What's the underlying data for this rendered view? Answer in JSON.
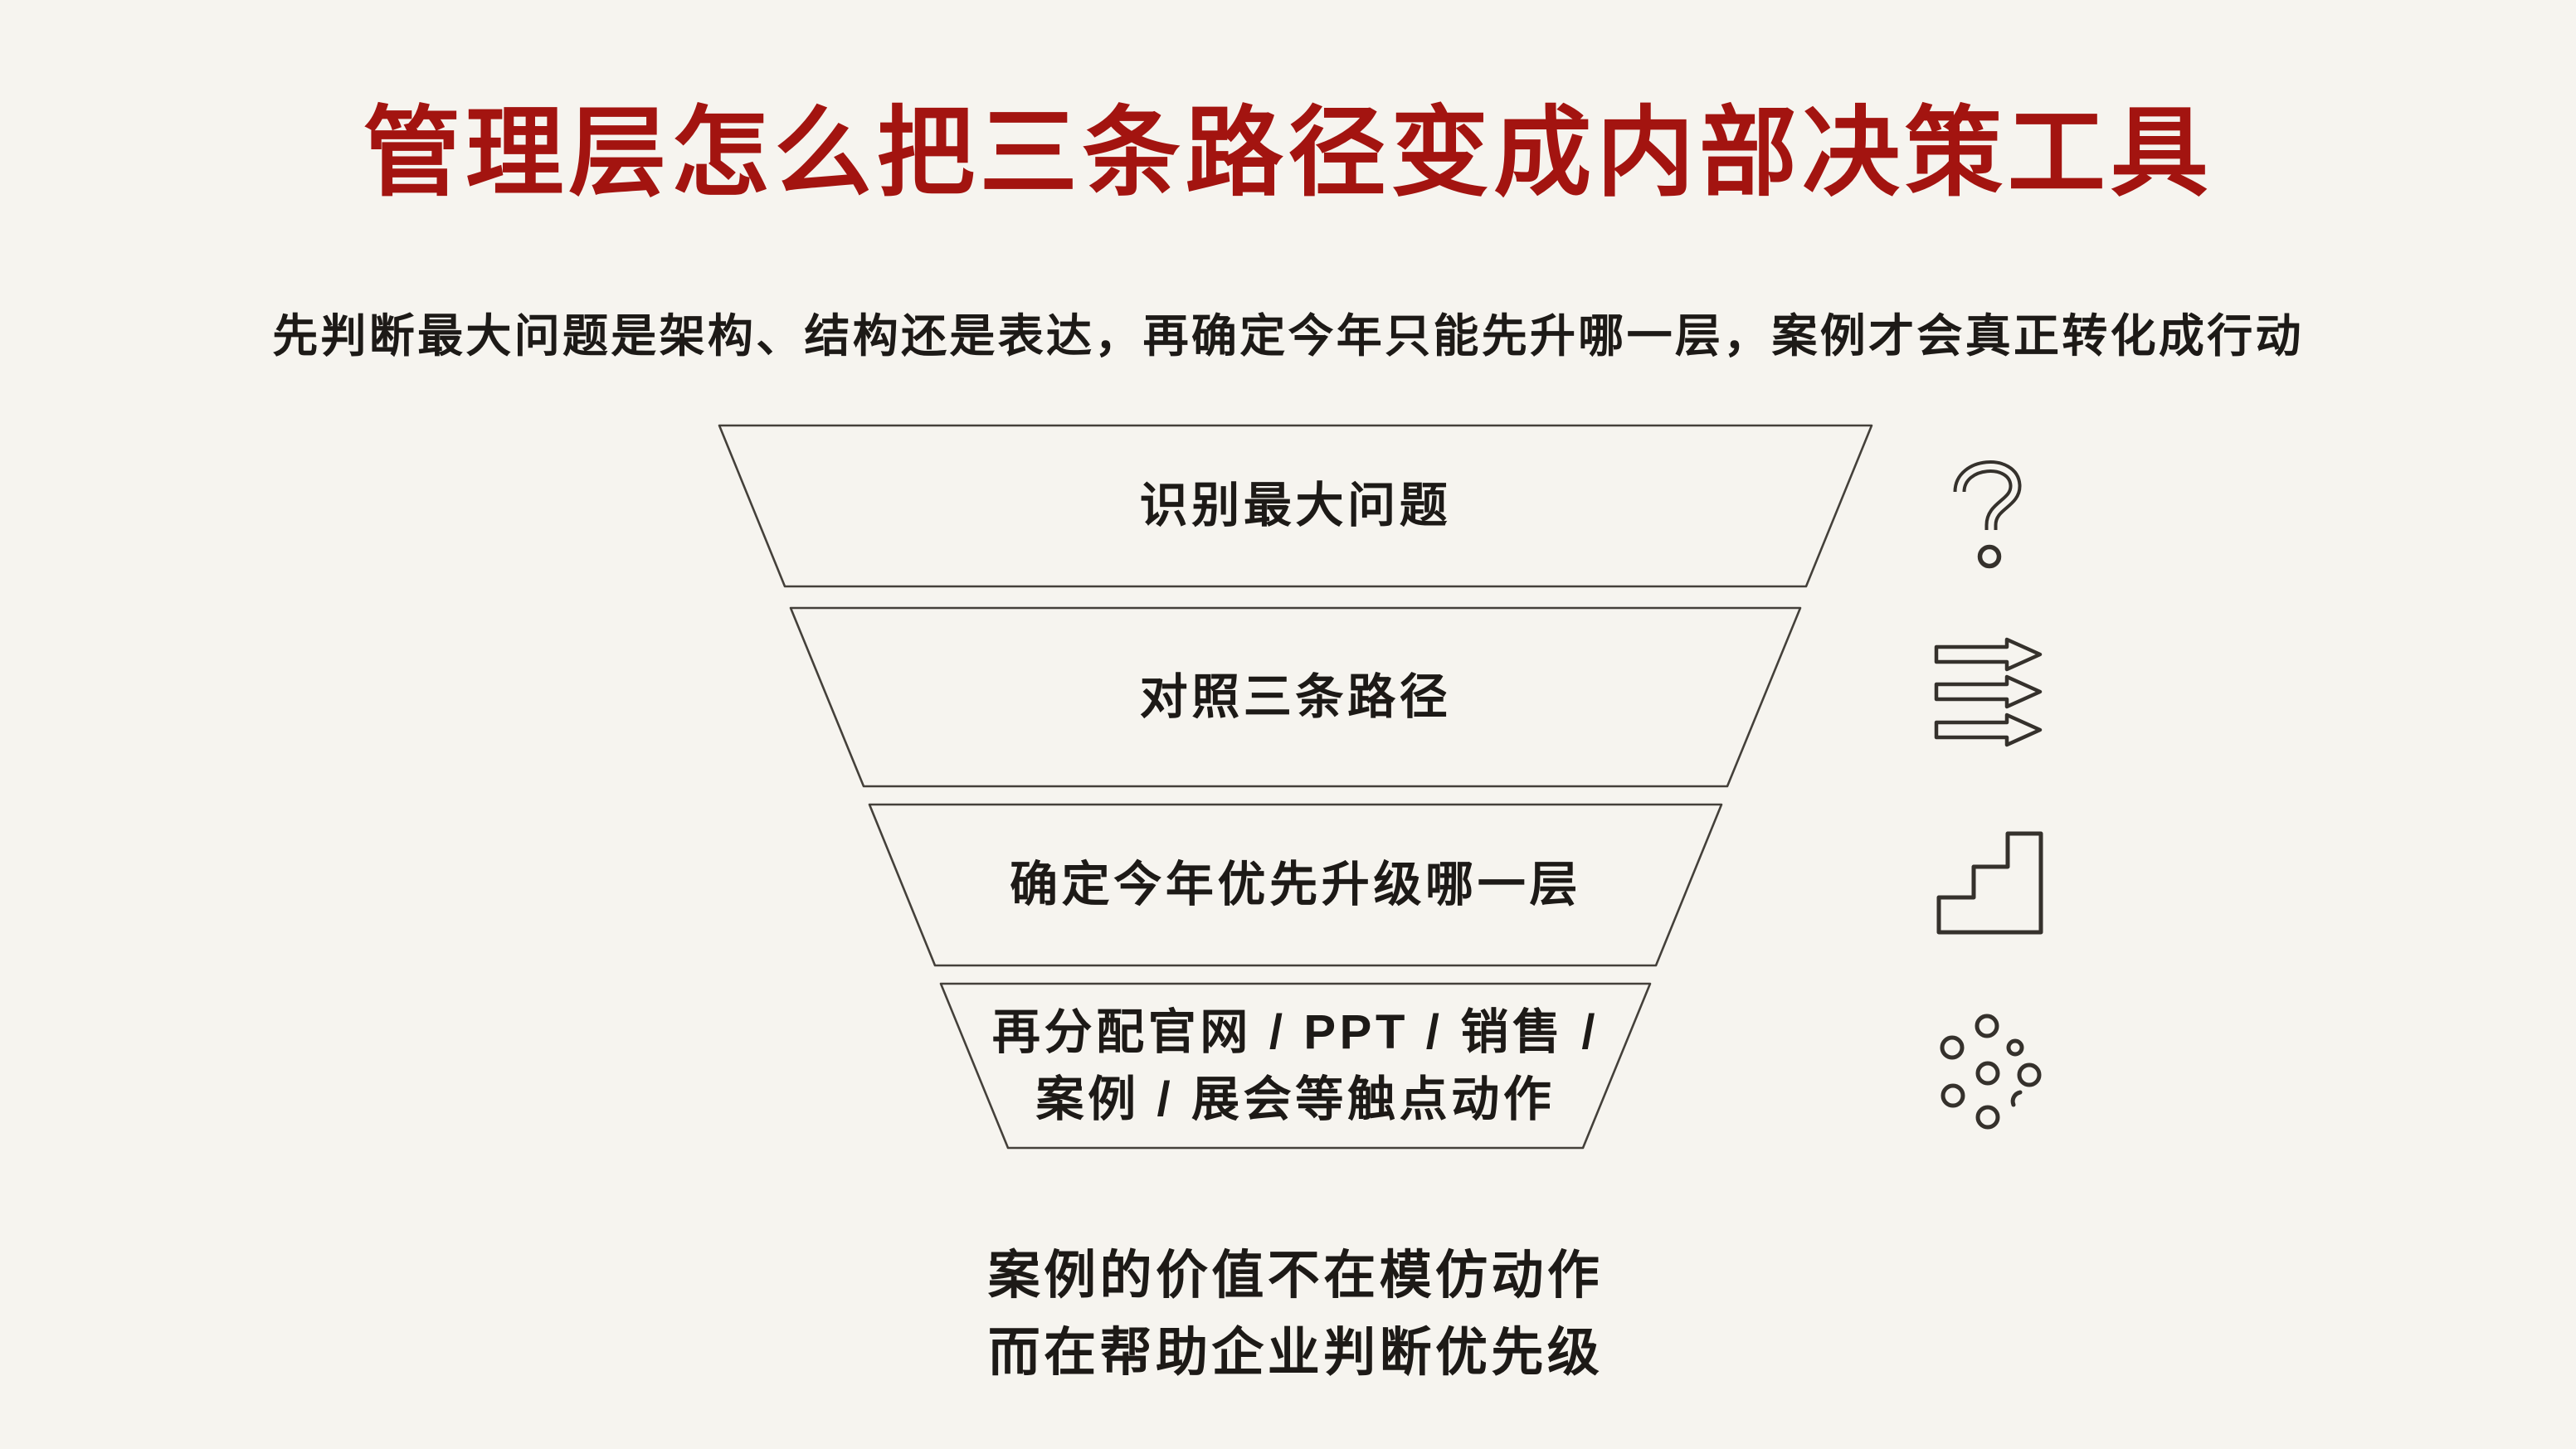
{
  "page": {
    "title": "管理层怎么把三条路径变成内部决策工具",
    "subtitle": "先判断最大问题是架构、结构还是表达，再确定今年只能先升哪一层，案例才会真正转化成行动"
  },
  "funnel": {
    "levels": [
      {
        "label": "识别最大问题"
      },
      {
        "label": "对照三条路径"
      },
      {
        "label": "确定今年优先升级哪一层"
      },
      {
        "label": "再分配官网 / PPT / 销售 /\n案例 / 展会等触点动作"
      }
    ]
  },
  "icons": [
    {
      "name": "question-mark-icon"
    },
    {
      "name": "triple-arrows-icon"
    },
    {
      "name": "stairs-icon"
    },
    {
      "name": "scatter-dots-icon"
    }
  ],
  "footer": {
    "line1": "案例的价值不在模仿动作",
    "line2": "而在帮助企业判断优先级"
  },
  "colors": {
    "bg": "#f6f4ef",
    "title": "#a31410",
    "ink": "#1d1a17",
    "line": "#44403a"
  }
}
